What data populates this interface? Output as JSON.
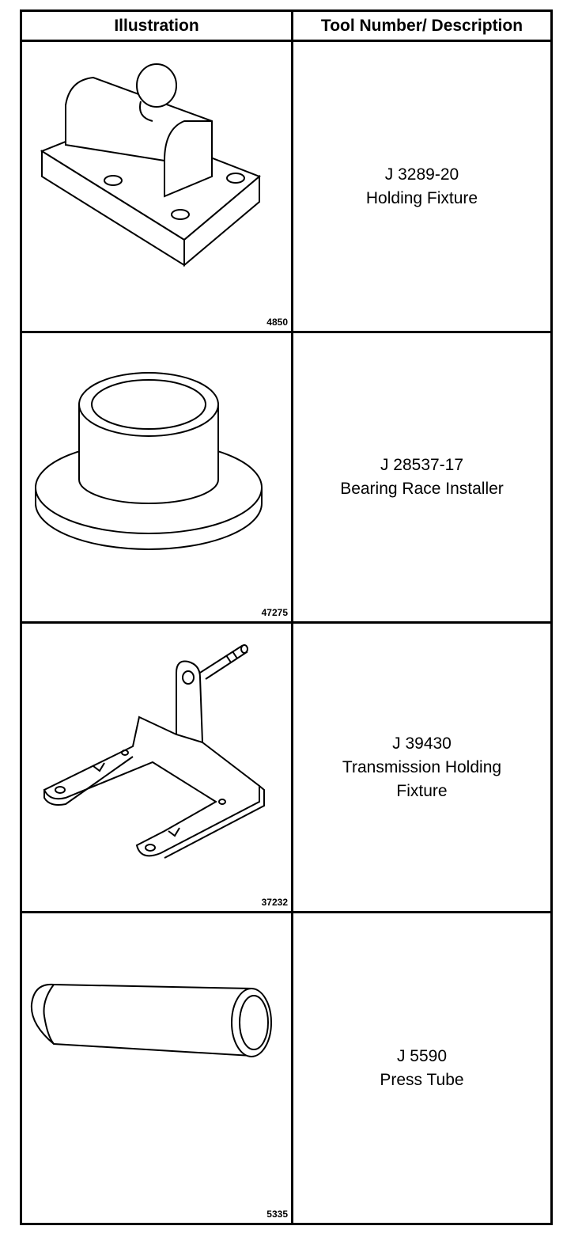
{
  "table": {
    "header": {
      "illustration": "Illustration",
      "tool": "Tool Number/ Description"
    },
    "rows": [
      {
        "figure_number": "4850",
        "tool_number": "J 3289-20",
        "description": "Holding Fixture",
        "description_line2": ""
      },
      {
        "figure_number": "47275",
        "tool_number": "J 28537-17",
        "description": "Bearing Race Installer",
        "description_line2": ""
      },
      {
        "figure_number": "37232",
        "tool_number": "J 39430",
        "description": "Transmission Holding",
        "description_line2": "Fixture"
      },
      {
        "figure_number": "5335",
        "tool_number": "J 5590",
        "description": "Press Tube",
        "description_line2": ""
      }
    ]
  }
}
